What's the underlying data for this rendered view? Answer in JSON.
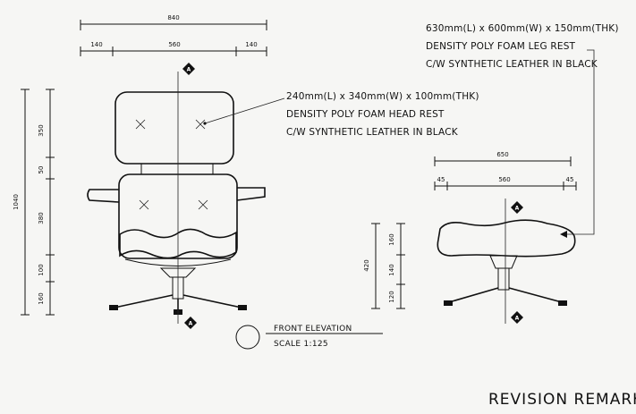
{
  "dimensions": {
    "chair_overall_width": "840",
    "chair_left_offset": "140",
    "chair_middle_width": "560",
    "chair_right_offset": "140",
    "chair_total_height": "1040",
    "chair_headrest_height": "350",
    "chair_gap": "50",
    "chair_seat_back_height": "380",
    "chair_seat_height": "100",
    "chair_base_height": "160",
    "ottoman_overall_width": "650",
    "ottoman_left_offset": "45",
    "ottoman_middle_width": "560",
    "ottoman_right_offset": "45",
    "ottoman_total_height": "420",
    "ottoman_top_height": "160",
    "ottoman_mid_height": "140",
    "ottoman_base_height": "120"
  },
  "notes": {
    "headrest": [
      "240mm(L) x 340mm(W) x 100mm(THK)",
      "DENSITY POLY FOAM HEAD REST",
      "C/W SYNTHETIC LEATHER IN BLACK"
    ],
    "legrest": [
      "630mm(L) x 600mm(W) x 150mm(THK)",
      "DENSITY POLY FOAM LEG REST",
      "C/W SYNTHETIC LEATHER IN BLACK"
    ]
  },
  "section_markers": [
    "A",
    "A",
    "A",
    "A"
  ],
  "drawing_title": {
    "name": "FRONT ELEVATION",
    "scale": "SCALE 1:125"
  },
  "revision_label": "REVISION REMARKS"
}
